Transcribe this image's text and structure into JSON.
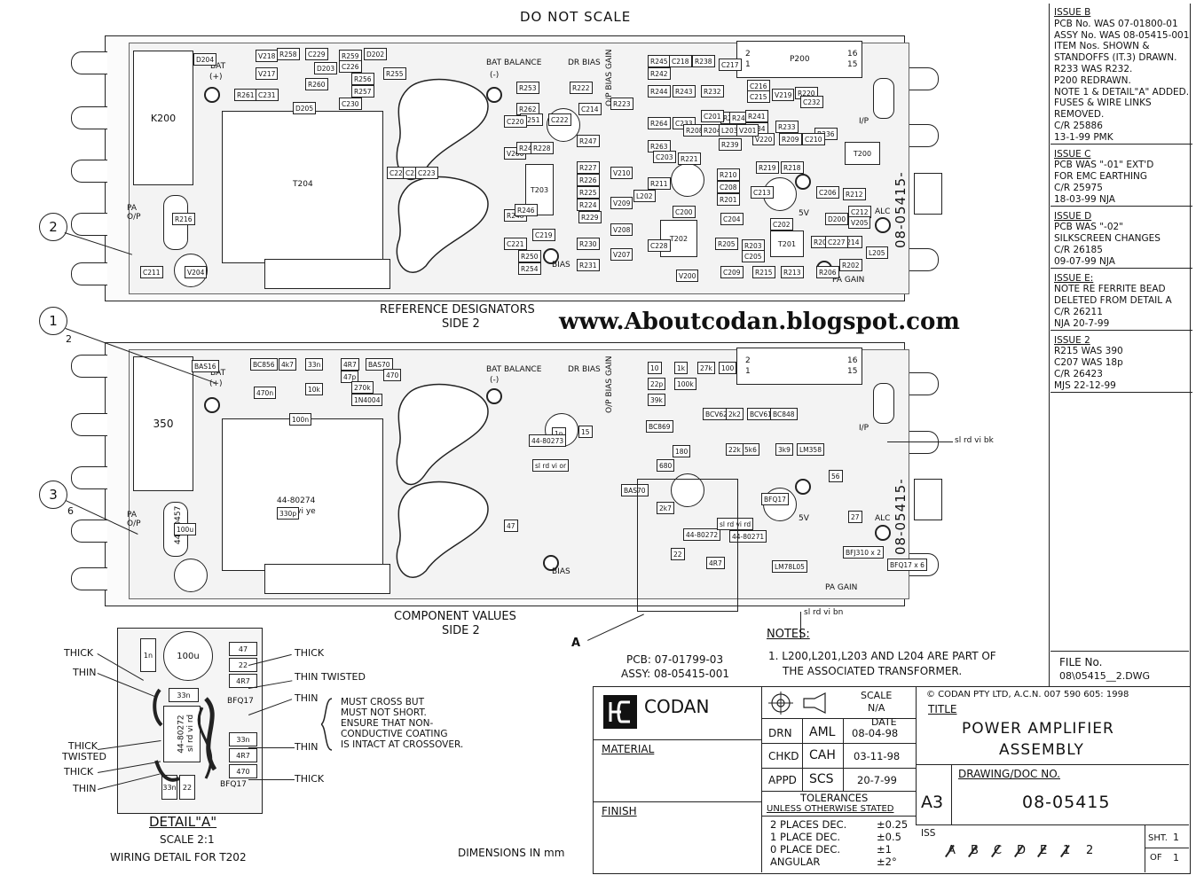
{
  "header": {
    "do_not_scale": "DO NOT SCALE"
  },
  "watermark": "www.Aboutcodan.blogspot.com",
  "top_view": {
    "caption_line1": "REFERENCE DESIGNATORS",
    "caption_line2": "SIDE 2",
    "part_no_vertical": "08-05415-",
    "labels": {
      "k200": "K200",
      "t204": "T204",
      "t203": "T203",
      "t202": "T202",
      "t201": "T201",
      "t200": "T200",
      "p200": "P200",
      "bat": "BAT",
      "bat_plus": "(+)",
      "bat_balance": "BAT BALANCE",
      "bat_minus": "(-)",
      "dr_bias": "DR BIAS",
      "op_bias_gain": "O/P BIAS GAIN",
      "pa_op": "PA\nO/P",
      "bias": "BIAS",
      "ip": "I/P",
      "alc": "ALC",
      "pa_gain": "PA GAIN",
      "five_v": "5V"
    },
    "components": [
      "D204",
      "V218",
      "R258",
      "C229",
      "R259",
      "D202",
      "R255",
      "R261",
      "C231",
      "V217",
      "D203",
      "C226",
      "R260",
      "R257",
      "R256",
      "C230",
      "D205",
      "R253",
      "R222",
      "R262",
      "R251",
      "C220",
      "C222",
      "C214",
      "R223",
      "V206",
      "R249",
      "R247",
      "R228",
      "C225",
      "C224",
      "C223",
      "R227",
      "R226",
      "R225",
      "R224",
      "R248",
      "R246",
      "R229",
      "V210",
      "V209",
      "V208",
      "V207",
      "C219",
      "C221",
      "R250",
      "R254",
      "R230",
      "R231",
      "R245",
      "R242",
      "C218",
      "R238",
      "C217",
      "C216",
      "C215",
      "R220",
      "C232",
      "V219",
      "R244",
      "R243",
      "R232",
      "R237",
      "R240",
      "R241",
      "R234",
      "R233",
      "R236",
      "R264",
      "C233",
      "C201",
      "R239",
      "V220",
      "R263",
      "C203",
      "R221",
      "C210",
      "R209",
      "R210",
      "C208",
      "R201",
      "R219",
      "R218",
      "C206",
      "R212",
      "R211",
      "C200",
      "C204",
      "C213",
      "C212",
      "V205",
      "C202",
      "R214",
      "R202",
      "R207",
      "R213",
      "R206",
      "R205",
      "R203",
      "C205",
      "V200",
      "C209",
      "R215",
      "R216",
      "C211",
      "V204",
      "L202",
      "L205",
      "C227",
      "C228",
      "D200",
      "R208",
      "R204",
      "L203",
      "V201"
    ]
  },
  "bottom_view": {
    "caption_line1": "COMPONENT VALUES",
    "caption_line2": "SIDE 2",
    "part_no_vertical": "08-05415-",
    "values": [
      "BAS16",
      "BC856",
      "4k7",
      "33n",
      "4R7",
      "BAS70",
      "470n",
      "470",
      "47p",
      "10k",
      "270k",
      "1N4004",
      "100n",
      "350",
      "44-80274",
      "sl rd vi ye",
      "330p",
      "44-70457",
      "100u",
      "1n",
      "44-80273",
      "sl rd vi or",
      "47",
      "15",
      "10",
      "1k",
      "27k",
      "100",
      "22p",
      "100k",
      "39k",
      "BC869",
      "BCV62",
      "2k2",
      "BCV61",
      "BC848",
      "LM358",
      "3k9",
      "5k6",
      "180",
      "680",
      "BFQ17",
      "44-80272",
      "sl rd vi rd",
      "22",
      "4R7",
      "44-80271",
      "LM78L05",
      "56",
      "27",
      "BFJ310 x 2",
      "BFQ17 x 6",
      "BAS70",
      "2k7",
      "22k"
    ],
    "labels": {
      "bat": "BAT",
      "bat_plus": "(+)",
      "bat_balance": "BAT BALANCE",
      "bat_minus": "(-)",
      "dr_bias": "DR BIAS",
      "op_bias_gain": "O/P BIAS GAIN",
      "pa_op": "PA\nO/P",
      "bias": "BIAS",
      "ip": "I/P",
      "alc": "ALC",
      "pa_gain": "PA GAIN",
      "five_v": "5V"
    },
    "wire_note_1": "sl rd vi bk",
    "wire_note_2": "sl rd vi bn"
  },
  "callouts": [
    {
      "num": "2",
      "sub": ""
    },
    {
      "num": "1",
      "sub": "2"
    },
    {
      "num": "3",
      "sub": "6"
    }
  ],
  "detail": {
    "title": "DETAIL\"A\"",
    "scale": "SCALE 2:1",
    "desc": "WIRING DETAIL FOR T202",
    "marker": "A",
    "left_labels": [
      "THICK",
      "THIN",
      "THICK TWISTED",
      "THICK",
      "THIN"
    ],
    "right_labels": [
      "THICK",
      "THIN TWISTED",
      "THIN",
      "THIN",
      "THICK"
    ],
    "parts": [
      "1n",
      "100u",
      "47",
      "22",
      "4R7",
      "33n",
      "BFQ17",
      "44-80272",
      "sl rd vi rd",
      "33n",
      "4R7",
      "470",
      "33n",
      "22",
      "BFQ17"
    ],
    "cross_note": [
      "MUST CROSS BUT",
      "MUST NOT SHORT.",
      "ENSURE THAT NON-",
      "CONDUCTIVE COATING",
      "IS INTACT AT CROSSOVER."
    ]
  },
  "dimensions": "DIMENSIONS IN mm",
  "pcb": {
    "pcb_line": "PCB: 07-01799-03",
    "assy_line": "ASSY: 08-05415-001"
  },
  "notes": {
    "heading": "NOTES:",
    "items": [
      "1. L200,L201,L203 AND L204 ARE PART OF",
      "THE ASSOCIATED TRANSFORMER."
    ]
  },
  "file": {
    "label": "FILE No.",
    "value": "08\\05415__2.DWG"
  },
  "revisions": [
    {
      "title": "ISSUE B",
      "lines": [
        "PCB No. WAS 07-01800-01",
        "ASSY No. WAS 08-05415-001",
        "ITEM Nos. SHOWN &",
        "STANDOFFS (IT.3) DRAWN.",
        "R233 WAS R232.",
        "P200 REDRAWN.",
        "NOTE 1 & DETAIL\"A\" ADDED.",
        "FUSES & WIRE LINKS",
        "REMOVED.",
        "C/R 25886",
        "13-1-99   PMK"
      ]
    },
    {
      "title": "ISSUE C",
      "lines": [
        "PCB WAS \"-01\" EXT'D",
        "FOR EMC EARTHING",
        "C/R 25975",
        "18-03-99   NJA"
      ]
    },
    {
      "title": "ISSUE D",
      "lines": [
        "PCB WAS \"-02\"",
        "SILKSCREEN CHANGES",
        "C/R 26185",
        "09-07-99   NJA"
      ]
    },
    {
      "title": "ISSUE E:",
      "lines": [
        "NOTE RE FERRITE BEAD",
        "DELETED FROM DETAIL A",
        "C/R 26211",
        "NJA 20-7-99"
      ]
    },
    {
      "title": "ISSUE 2",
      "lines": [
        "R215 WAS 390",
        "C207 WAS 18p",
        "C/R 26423",
        "MJS 22-12-99"
      ]
    }
  ],
  "title_block": {
    "company": "CODAN",
    "material": "MATERIAL",
    "finish": "FINISH",
    "scale_label": "SCALE",
    "scale_value": "N/A",
    "date_label": "DATE",
    "rows": [
      {
        "role": "DRN",
        "initials": "AML",
        "date": "08-04-98"
      },
      {
        "role": "CHKD",
        "initials": "CAH",
        "date": "03-11-98"
      },
      {
        "role": "APPD",
        "initials": "SCS",
        "date": "20-7-99"
      }
    ],
    "tolerances_title": "TOLERANCES",
    "tolerances_sub": "UNLESS OTHERWISE STATED",
    "tolerances": [
      {
        "label": "2 PLACES DEC.",
        "value": "±0.25"
      },
      {
        "label": "1 PLACE DEC.",
        "value": "±0.5"
      },
      {
        "label": "0 PLACE DEC.",
        "value": "±1"
      },
      {
        "label": "ANGULAR",
        "value": "±2°"
      }
    ],
    "copyright": "© CODAN  PTY LTD, A.C.N. 007 590 605:  1998",
    "title_label": "TITLE",
    "title_line1": "POWER AMPLIFIER",
    "title_line2": "ASSEMBLY",
    "drawing_label": "DRAWING/DOC NO.",
    "size": "A3",
    "drawing_no": "08-05415",
    "iss_label": "ISS",
    "iss_marks": [
      "A",
      "B",
      "C",
      "D",
      "E",
      "1",
      "2"
    ],
    "sht_label": "SHT.",
    "sht_value": "1",
    "of_label": "OF",
    "of_value": "1"
  }
}
